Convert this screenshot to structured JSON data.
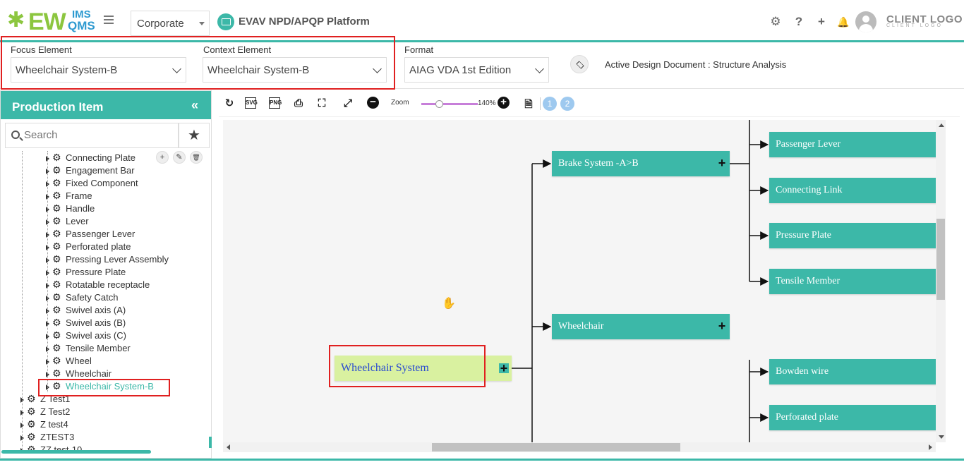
{
  "header": {
    "logo_main": "EW",
    "logo_ims": "IMS",
    "logo_qms": "QMS",
    "corporate_select": "Corporate",
    "platform_title": "EVAV NPD/APQP Platform",
    "client_logo": "CLIENT LOGO",
    "client_logo_sub": "CLIENT LOGO",
    "icons": [
      "gear-icon",
      "help-icon",
      "plus-icon",
      "bell-icon",
      "avatar"
    ]
  },
  "filters": {
    "focus_label": "Focus Element",
    "focus_value": "Wheelchair System-B",
    "context_label": "Context Element",
    "context_value": "Wheelchair System-B",
    "format_label": "Format",
    "format_value": "AIAG VDA 1st Edition",
    "active_doc": "Active Design Document : Structure Analysis"
  },
  "left_panel": {
    "title": "Production Item",
    "collapse": "«",
    "search_placeholder": "Search",
    "tree": [
      {
        "label": "Connecting Plate",
        "level": 2
      },
      {
        "label": "Engagement Bar",
        "level": 2
      },
      {
        "label": "Fixed Component",
        "level": 2
      },
      {
        "label": "Frame",
        "level": 2
      },
      {
        "label": "Handle",
        "level": 2
      },
      {
        "label": "Lever",
        "level": 2
      },
      {
        "label": "Passenger Lever",
        "level": 2
      },
      {
        "label": "Perforated plate",
        "level": 2
      },
      {
        "label": "Pressing Lever Assembly",
        "level": 2
      },
      {
        "label": "Pressure Plate",
        "level": 2
      },
      {
        "label": "Rotatable receptacle",
        "level": 2
      },
      {
        "label": "Safety Catch",
        "level": 2
      },
      {
        "label": "Swivel axis (A)",
        "level": 2
      },
      {
        "label": "Swivel axis (B)",
        "level": 2
      },
      {
        "label": "Swivel axis (C)",
        "level": 2
      },
      {
        "label": "Tensile Member",
        "level": 2
      },
      {
        "label": "Wheel",
        "level": 2
      },
      {
        "label": "Wheelchair",
        "level": 2
      },
      {
        "label": "Wheelchair System-B",
        "level": 2,
        "selected": true
      },
      {
        "label": "Z Test1",
        "level": 1
      },
      {
        "label": "Z Test2",
        "level": 1
      },
      {
        "label": "Z test4",
        "level": 1
      },
      {
        "label": "ZTEST3",
        "level": 1
      },
      {
        "label": "ZZ test-10",
        "level": 1
      }
    ],
    "row_tools": [
      "+",
      "✎",
      "🗑"
    ]
  },
  "toolbar": {
    "zoom_label": "Zoom",
    "zoom_value": "140%",
    "zoom_level": 0.3,
    "pages": [
      "1",
      "2"
    ]
  },
  "diagram": {
    "root": "Wheelchair System",
    "level1": [
      "Brake System -A>B",
      "Wheelchair"
    ],
    "level2": [
      "Passenger Lever",
      "Connecting Link",
      "Pressure Plate",
      "Tensile Member",
      "Bowden wire",
      "Perforated plate"
    ]
  },
  "colors": {
    "accent": "#3cb8a8",
    "root_node": "#d9f1a0",
    "highlight": "#e02020"
  }
}
